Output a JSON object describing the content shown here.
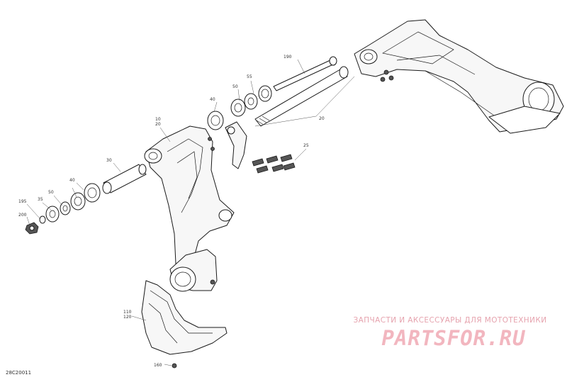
{
  "diagram": {
    "code": "28C20011",
    "callouts": {
      "c10": "10",
      "c20a": "20",
      "c20b": "20",
      "c25": "25",
      "c30": "30",
      "c35": "35",
      "c40a": "40",
      "c40b": "40",
      "c50a": "50",
      "c50b": "50",
      "c55": "55",
      "c110": "110",
      "c120": "120",
      "c160": "160",
      "c190": "190",
      "c195": "195",
      "c200": "200"
    }
  },
  "watermark": {
    "tagline": "ЗАПЧАСТИ И АКСЕССУАРЫ ДЛЯ МОТОТЕХНИКИ",
    "logo": "PARTSFOR.RU"
  }
}
